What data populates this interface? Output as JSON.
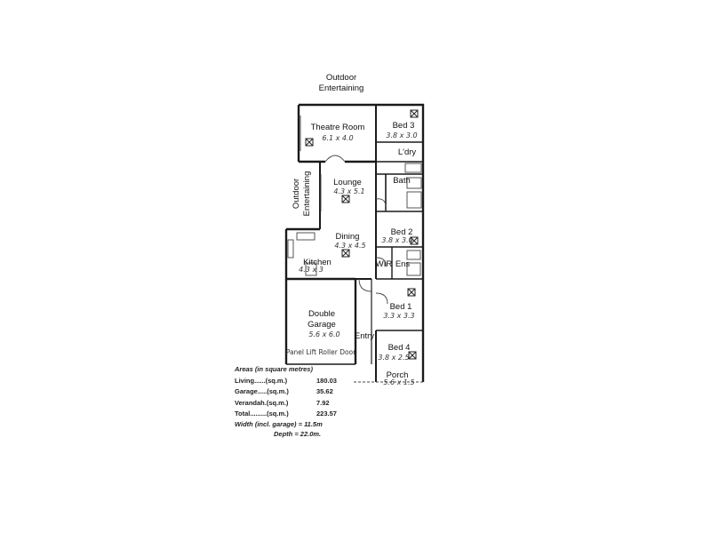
{
  "labels": {
    "outdoor_top": [
      "Outdoor",
      "Entertaining"
    ],
    "outdoor_side": [
      "Outdoor",
      "Entertaining"
    ],
    "theatre": "Theatre Room",
    "theatre_dim": "6.1 x 4.0",
    "bed3": "Bed 3",
    "bed3_dim": "3.8 x 3.0",
    "laundry": "L'dry",
    "lounge": "Lounge",
    "lounge_dim": "4.3 x 5.1",
    "bath": "Bath",
    "dining": "Dining",
    "dining_dim": "4.3 x 4.5",
    "bed2": "Bed 2",
    "bed2_dim": "3.8 x 3.0",
    "kitchen": "Kitchen",
    "kitchen_dim": "4.3 x 3",
    "wir": "WIR",
    "ens": "Ens",
    "bed1": "Bed 1",
    "bed1_dim": "3.3 x 3.3",
    "garage": [
      "Double",
      "Garage"
    ],
    "garage_dim": "5.6 x 6.0",
    "entry": "Entry",
    "bed4": "Bed 4",
    "bed4_dim": "3.8 x 2.5",
    "garage_door": "Panel Lift Roller Door",
    "porch": "Porch",
    "porch_dim": "5.6 x 1.5"
  },
  "areas": {
    "heading": "Areas (in square metres)",
    "rows": [
      {
        "label": "Living......(sq.m.)",
        "value": "180.03"
      },
      {
        "label": "Garage.....(sq.m.)",
        "value": "35.62"
      },
      {
        "label": "Verandah.(sq.m.)",
        "value": "7.92"
      },
      {
        "label": "Total.........(sq.m.)",
        "value": "223.57"
      }
    ]
  },
  "dimensions": {
    "width": "Width (incl. garage) = 11.5m",
    "depth": "Depth = 22.0m."
  }
}
